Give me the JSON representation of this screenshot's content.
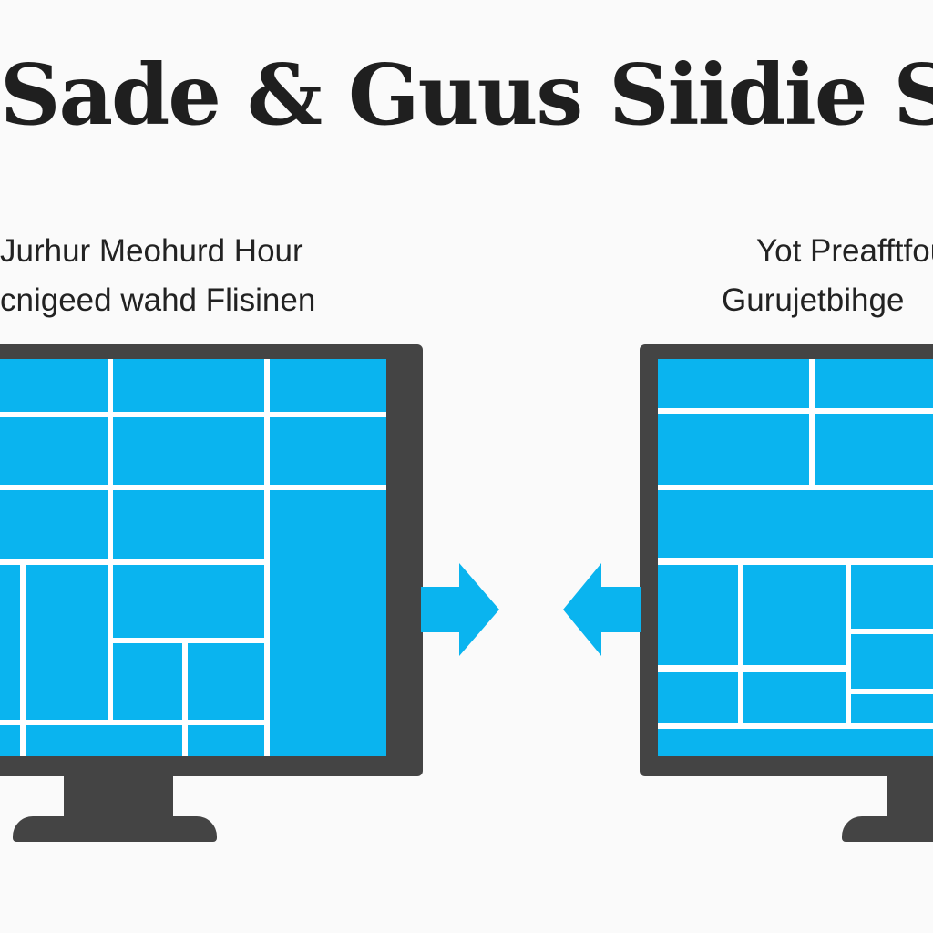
{
  "title": "Sade & Guus Siidie Soqui",
  "left_caption": {
    "line1": "Jurhur Meohurd Hour",
    "line2": "cnigeed wahd Flisinen"
  },
  "right_caption": {
    "line1": "Yot Preafftfou",
    "line2": "Gurujetbihge"
  },
  "colors": {
    "tile": "#0ab4ef",
    "frame": "#444444",
    "title": "#1f1f1f",
    "background": "#fafafa"
  },
  "icons": {
    "arrow_right": "arrow-right-icon",
    "arrow_left": "arrow-left-icon"
  }
}
